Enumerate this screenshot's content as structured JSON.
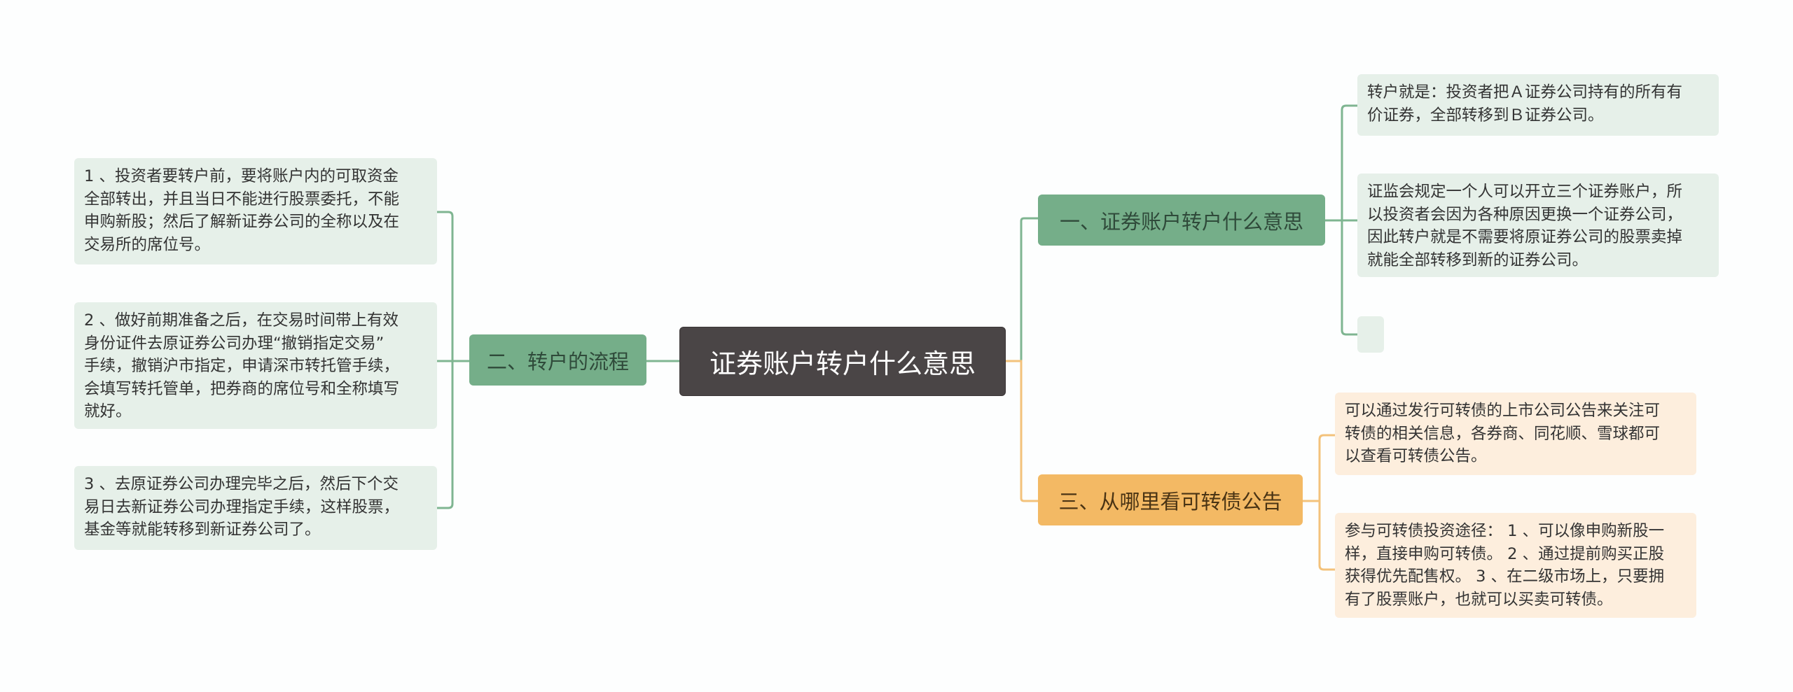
{
  "colors": {
    "background": "#fdfefe",
    "root_fill": "#4a4546",
    "green_branch": "#75ae89",
    "green_leaf": "#e6f0e9",
    "green_line": "#7fb591",
    "orange_branch": "#f3b964",
    "orange_leaf": "#fdeedd",
    "orange_line": "#f3c27b"
  },
  "root": {
    "title": "证券账户转户什么意思"
  },
  "branches": [
    {
      "id": "b1",
      "label": "一、证券账户转户什么意思",
      "leaves": [
        "转户就是：投资者把Ａ证券公司持有的所有有\n价证券，全部转移到Ｂ证券公司。",
        "证监会规定一个人可以开立三个证券账户，所\n以投资者会因为各种原因更换一个证券公司，\n因此转户就是不需要将原证券公司的股票卖掉\n就能全部转移到新的证券公司。",
        ""
      ]
    },
    {
      "id": "b2",
      "label": "二、转户的流程",
      "leaves": [
        " 1 、投资者要转户前，要将账户内的可取资金\n全部转出，并且当日不能进行股票委托，不能\n申购新股；然后了解新证券公司的全称以及在\n交易所的席位号。",
        " 2 、做好前期准备之后，在交易时间带上有效\n身份证件去原证券公司办理“撤销指定交易”\n手续，撤销沪市指定，申请深市转托管手续，\n会填写转托管单，把券商的席位号和全称填写\n就好。",
        " 3 、去原证券公司办理完毕之后，然后下个交\n易日去新证券公司办理指定手续，这样股票，\n基金等就能转移到新证券公司了。"
      ]
    },
    {
      "id": "b3",
      "label": "三、从哪里看可转债公告",
      "leaves": [
        "可以通过发行可转债的上市公司公告来关注可\n转债的相关信息，各券商、同花顺、雪球都可\n以查看可转债公告。",
        "参与可转债投资途径： 1 、可以像申购新股一\n样，直接申购可转债。 2 、通过提前购买正股\n获得优先配售权。 3 、在二级市场上，只要拥\n有了股票账户，也就可以买卖可转债。"
      ]
    }
  ]
}
